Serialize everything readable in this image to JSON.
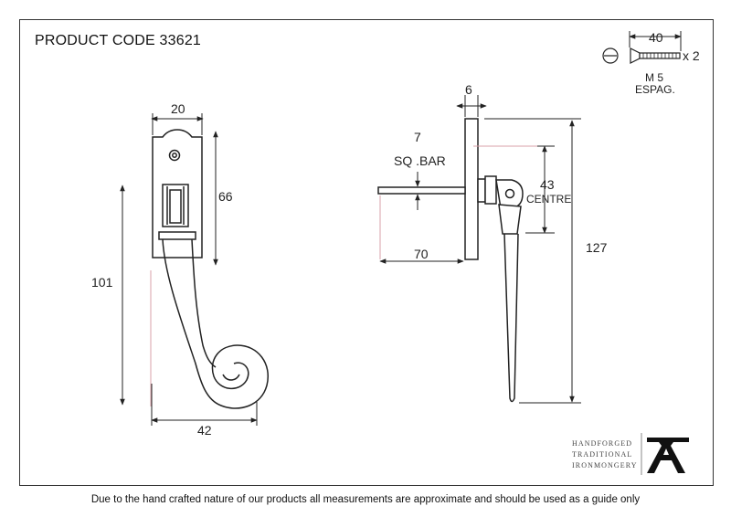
{
  "header": {
    "product_code": "PRODUCT CODE 33621"
  },
  "dimensions": {
    "handle_width": "20",
    "handle_plate_height": "66",
    "handle_height": "101",
    "handle_spread": "42",
    "plate_thickness": "6",
    "sq_bar_size": "7",
    "sq_bar_label": "SQ .BAR",
    "bar_length": "70",
    "centre_value": "43",
    "centre_label": "CENTRE",
    "overall_length": "127"
  },
  "screw": {
    "length": "40",
    "quantity": "x 2",
    "spec_line1": "M 5",
    "spec_line2": "ESPAG."
  },
  "brand": {
    "line1": "HANDFORGED",
    "line2": "TRADITIONAL",
    "line3": "IRONMONGERY",
    "logo": "anvil-a-icon"
  },
  "footer": {
    "note": "Due to the hand crafted nature of our products all measurements are approximate and should be used as a guide only"
  },
  "colors": {
    "line": "#222222",
    "highlight": "#d9a0a8"
  }
}
